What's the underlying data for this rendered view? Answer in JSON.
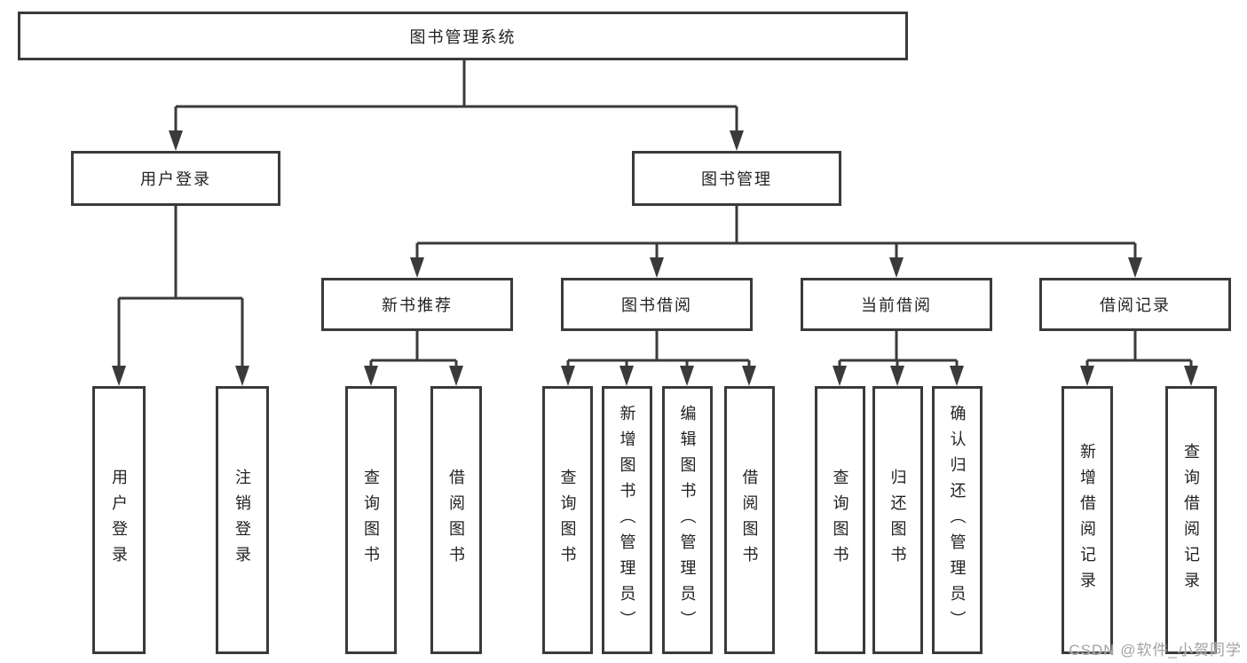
{
  "colors": {
    "line": "#3a3a3a",
    "box-border": "#3a3a3a",
    "text": "#222222",
    "bg": "#ffffff",
    "watermark": "#a3a3a3"
  },
  "watermark": "CSDN @软件_小贺同学",
  "tree": {
    "root": {
      "label": "图书管理系统"
    },
    "branches": [
      {
        "label": "用户登录",
        "children": [
          {
            "label": "用户登录"
          },
          {
            "label": "注销登录"
          }
        ]
      },
      {
        "label": "图书管理",
        "children": [
          {
            "label": "新书推荐",
            "children": [
              {
                "label": "查询图书"
              },
              {
                "label": "借阅图书"
              }
            ]
          },
          {
            "label": "图书借阅",
            "children": [
              {
                "label": "查询图书"
              },
              {
                "label": "新增图书（管理员）"
              },
              {
                "label": "编辑图书（管理员）"
              },
              {
                "label": "借阅图书"
              }
            ]
          },
          {
            "label": "当前借阅",
            "children": [
              {
                "label": "查询图书"
              },
              {
                "label": "归还图书"
              },
              {
                "label": "确认归还（管理员）"
              }
            ]
          },
          {
            "label": "借阅记录",
            "children": [
              {
                "label": "新增借阅记录"
              },
              {
                "label": "查询借阅记录"
              }
            ]
          }
        ]
      }
    ]
  }
}
